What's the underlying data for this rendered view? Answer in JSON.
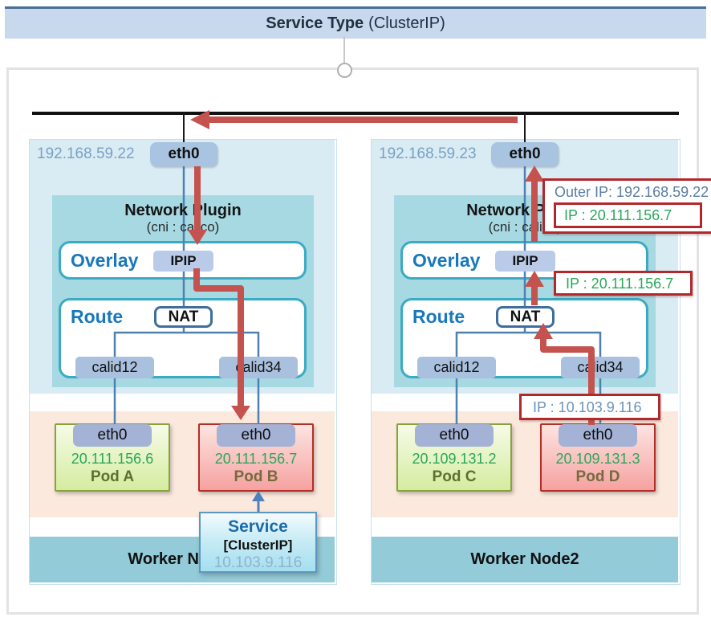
{
  "banner": {
    "title_bold": "Service Type",
    "title_rest": "(ClusterIP)"
  },
  "nodes": [
    {
      "host_ip": "192.168.59.22",
      "eth_label": "eth0",
      "plugin_title": "Network Plugin",
      "plugin_subtitle": "(cni : calico)",
      "overlay_label": "Overlay",
      "overlay_badge": "IPIP",
      "route_label": "Route",
      "route_badge": "NAT",
      "interfaces": [
        "calid12",
        "calid34"
      ],
      "pods": [
        {
          "eth": "eth0",
          "ip": "20.111.156.6",
          "name": "Pod A"
        },
        {
          "eth": "eth0",
          "ip": "20.111.156.7",
          "name": "Pod B"
        }
      ],
      "worker_label": "Worker Node1"
    },
    {
      "host_ip": "192.168.59.23",
      "eth_label": "eth0",
      "plugin_title": "Network Plugin",
      "plugin_subtitle": "(cni : calico)",
      "overlay_label": "Overlay",
      "overlay_badge": "IPIP",
      "route_label": "Route",
      "route_badge": "NAT",
      "interfaces": [
        "calid12",
        "calid34"
      ],
      "pods": [
        {
          "eth": "eth0",
          "ip": "20.109.131.2",
          "name": "Pod C"
        },
        {
          "eth": "eth0",
          "ip": "20.109.131.3",
          "name": "Pod D"
        }
      ],
      "worker_label": "Worker Node2"
    }
  ],
  "service_box": {
    "title": "Service",
    "subtitle": "[ClusterIP]",
    "ip": "10.103.9.116"
  },
  "annotations": {
    "outer": {
      "line1": "Outer IP: 192.168.59.22",
      "inner_ip": "IP : 20.111.156.7"
    },
    "ipip": {
      "text": "IP : 20.111.156.7"
    },
    "nat": {
      "text": "IP : 10.103.9.116"
    }
  },
  "colors": {
    "banner_fill": "#c8d9ee",
    "banner_border": "#4a6d92",
    "node_fill": "#daecf3",
    "plugin_fill": "#a7d9e2",
    "pods_zone_fill": "#fbe9dd",
    "worker_band_fill": "#93cbd9",
    "layer_label_blue": "#1878bc",
    "arrow_red": "#c4524e",
    "line_blue": "#4f81b0",
    "annotation_border_red": "#b3282d",
    "ip_green": "#2aa75c",
    "ip_gray_blue": "#5b7da3"
  }
}
